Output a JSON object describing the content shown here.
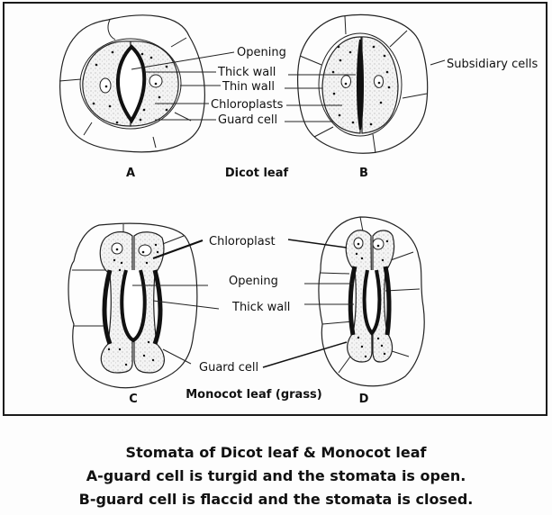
{
  "diagram": {
    "dicot": {
      "section_title": "Dicot leaf",
      "stoma_a": {
        "letter": "A",
        "labels": [
          "Opening",
          "Thick wall",
          "Thin wall",
          "Chloroplasts",
          "Guard cell"
        ]
      },
      "stoma_b": {
        "letter": "B",
        "labels": [
          "Subsidiary cells"
        ]
      }
    },
    "monocot": {
      "section_title": "Monocot leaf (grass)",
      "stoma_c": {
        "letter": "C",
        "labels": [
          "Chloroplast",
          "Opening",
          "Thick wall",
          "Guard cell"
        ]
      },
      "stoma_d": {
        "letter": "D"
      }
    }
  },
  "caption": {
    "title": "Stomata of Dicot leaf & Monocot leaf",
    "line1": "A-guard cell is turgid and the stomata is open.",
    "line2": "B-guard cell is flaccid and the stomata is closed."
  }
}
